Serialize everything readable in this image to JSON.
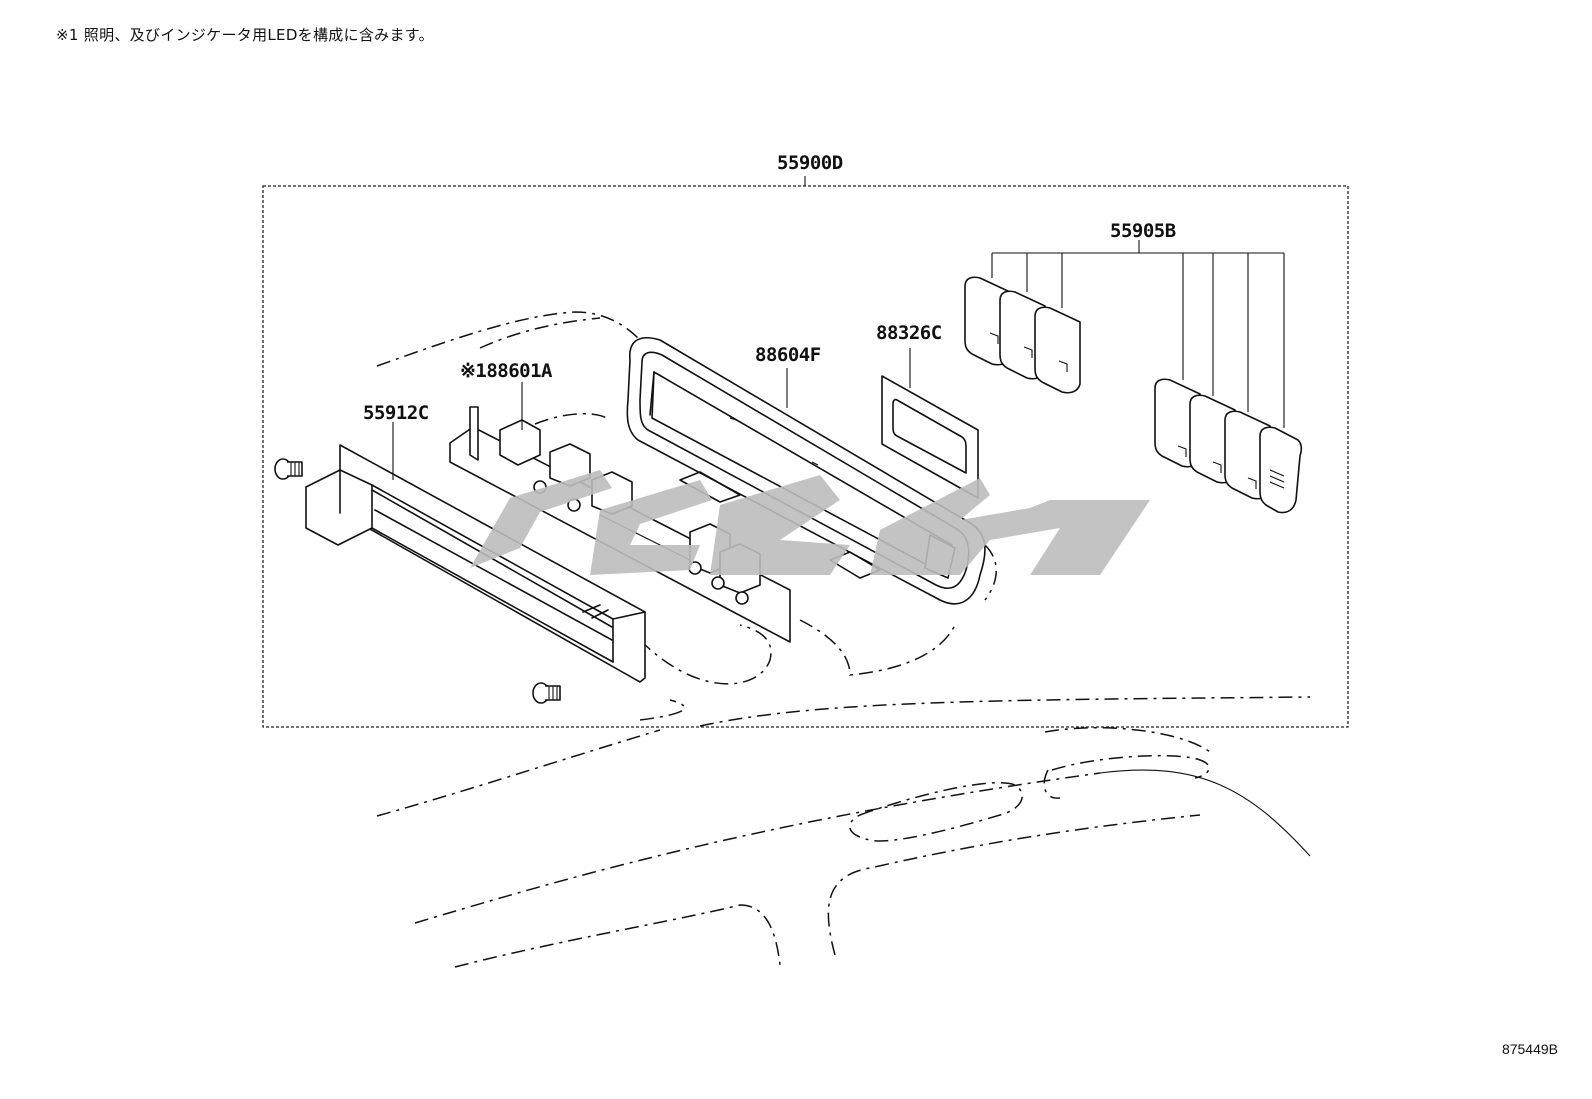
{
  "note": "※1 照明、及びインジケータ用LEDを構成に含みます。",
  "labels": {
    "assembly": "55900D",
    "switch_knobs": "55905B",
    "bezel": "88604F",
    "panel": "88326C",
    "circuit": "※188601A",
    "housing": "55912C"
  },
  "figure_number": "875449B"
}
